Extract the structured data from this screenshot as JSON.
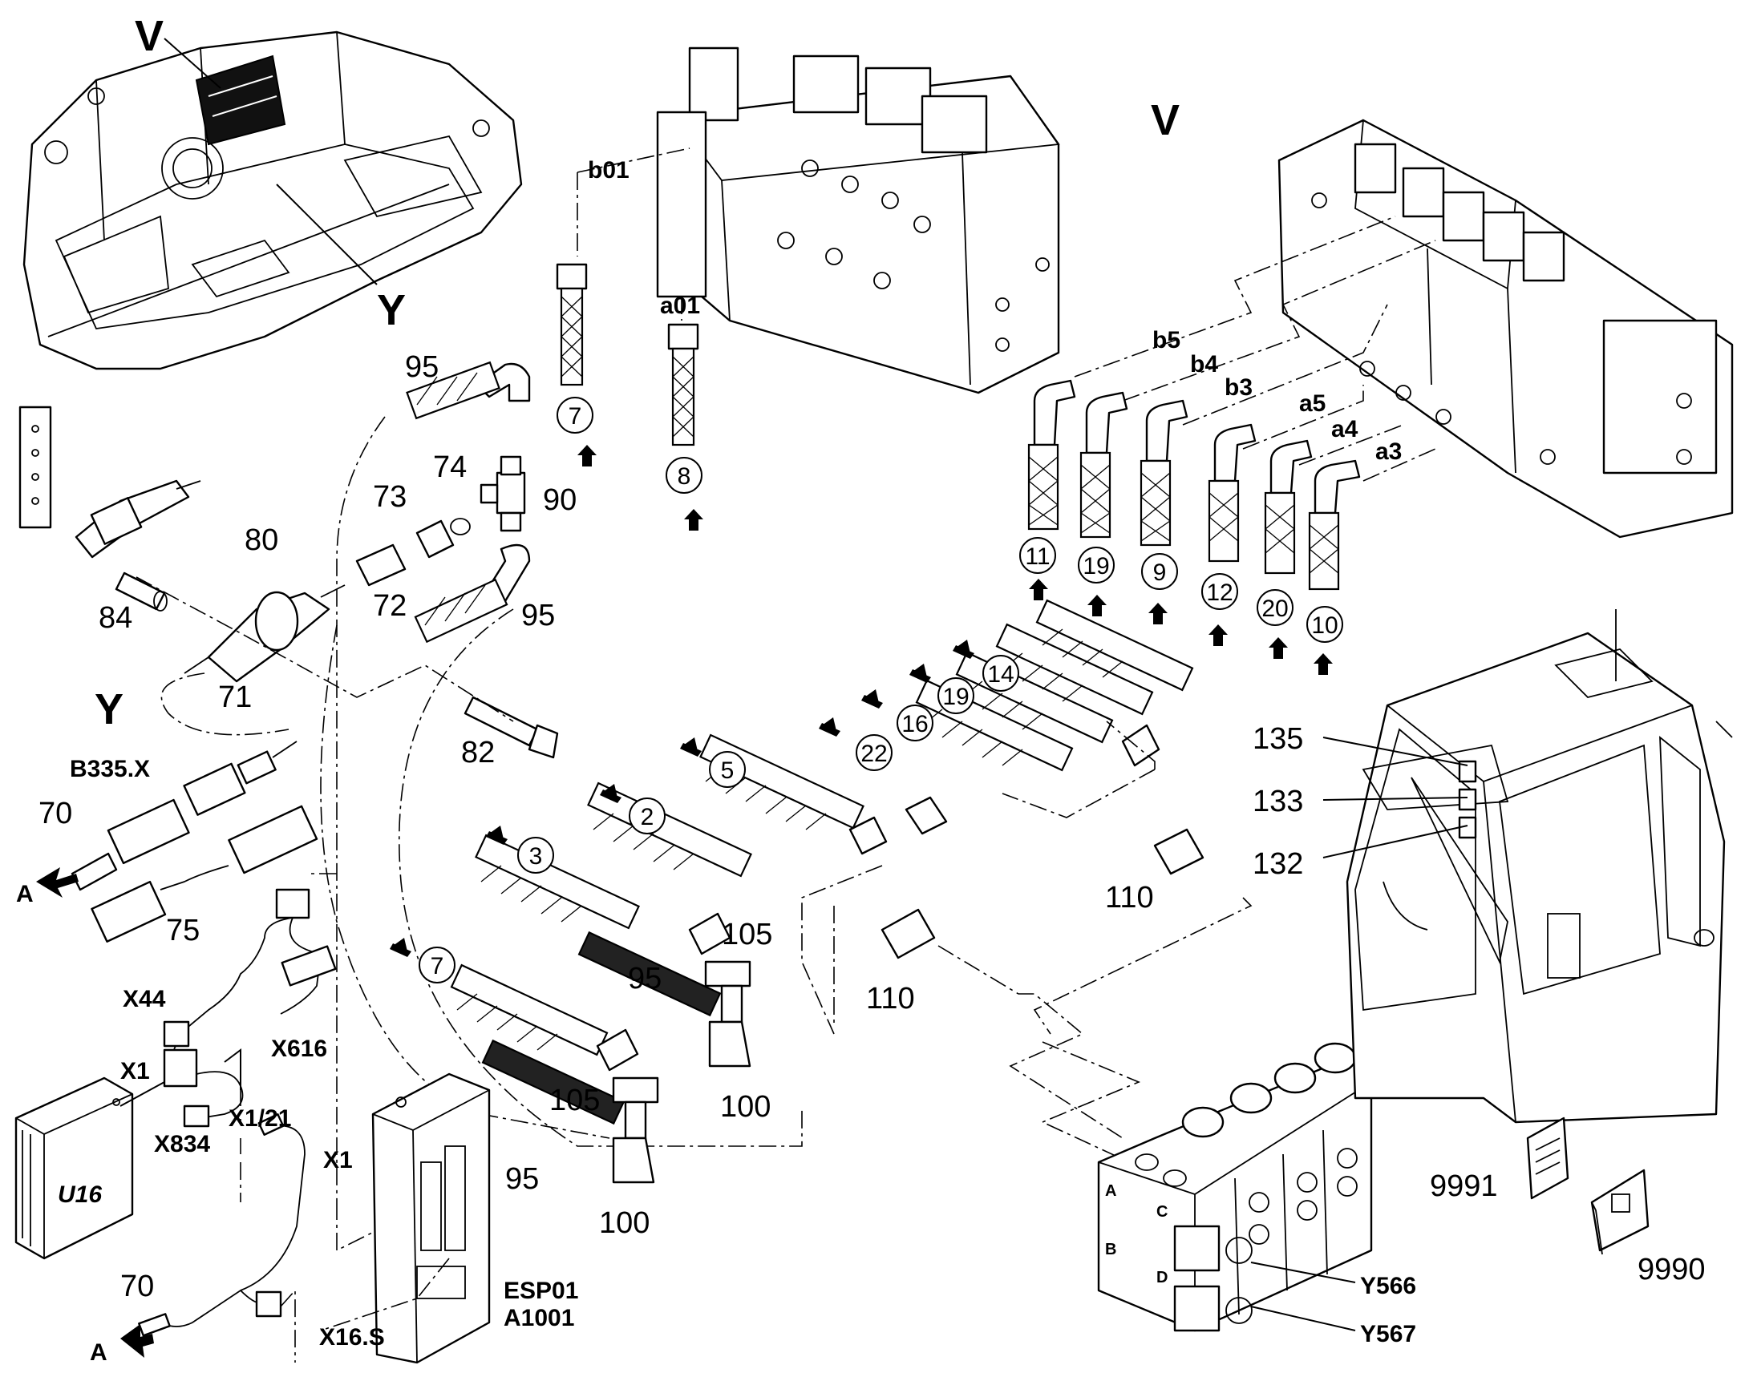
{
  "view_labels": {
    "v_small": "V",
    "v_large": "V",
    "y_small": "Y",
    "y_large": "Y",
    "a_top": "A",
    "a_bottom": "A"
  },
  "hose_labels": {
    "b01": "b01",
    "a01": "a01",
    "b5": "b5",
    "b4": "b4",
    "b3": "b3",
    "a5": "a5",
    "a4": "a4",
    "a3": "a3"
  },
  "part_numbers": {
    "p95_top": "95",
    "p74": "74",
    "p73": "73",
    "p90": "90",
    "p80": "80",
    "p72": "72",
    "p95_mid": "95",
    "p84": "84",
    "p71": "71",
    "p82": "82",
    "p70_top": "70",
    "p75": "75",
    "p105_a": "105",
    "p95_low": "95",
    "p110_a": "110",
    "p110_b": "110",
    "p100_a": "100",
    "p105_b": "105",
    "p95_bottom": "95",
    "p100_b": "100",
    "p135": "135",
    "p133": "133",
    "p132": "132",
    "p9991": "9991",
    "p9990": "9990",
    "p70_bottom": "70"
  },
  "connectors": {
    "b335x": "B335.X",
    "x44": "X44",
    "x1_a": "X1",
    "x616": "X616",
    "x1_21": "X1/21",
    "x834": "X834",
    "x1_b": "X1",
    "x16s": "X16.S",
    "esp01": "ESP01",
    "a1001": "A1001"
  },
  "components": {
    "u16": "U16",
    "y566": "Y566",
    "y567": "Y567"
  },
  "ports": {
    "a": "A",
    "b": "B",
    "c": "C",
    "d": "D"
  },
  "callouts": [
    "7",
    "8",
    "11",
    "19",
    "9",
    "12",
    "20",
    "10",
    "14",
    "19",
    "16",
    "22",
    "5",
    "2",
    "3",
    "7"
  ]
}
